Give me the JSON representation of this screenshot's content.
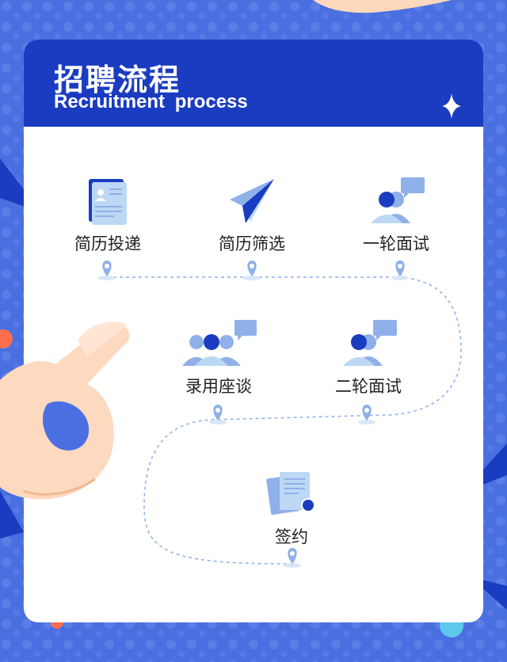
{
  "header": {
    "title": "招聘流程",
    "subtitle": "Recruitment process"
  },
  "steps": [
    {
      "label": "简历投递",
      "icon": "resume-icon"
    },
    {
      "label": "简历筛选",
      "icon": "paper-plane-icon"
    },
    {
      "label": "一轮面试",
      "icon": "interview-icon"
    },
    {
      "label": "二轮面试",
      "icon": "interview-icon"
    },
    {
      "label": "录用座谈",
      "icon": "group-talk-icon"
    },
    {
      "label": "签约",
      "icon": "contract-icon"
    }
  ],
  "colors": {
    "background": "#4a6fe0",
    "header": "#1a3cc0",
    "card": "#ffffff",
    "accent_dark": "#1a3cc0",
    "accent_light": "#bcd8f5",
    "path": "#8fb0e8"
  }
}
